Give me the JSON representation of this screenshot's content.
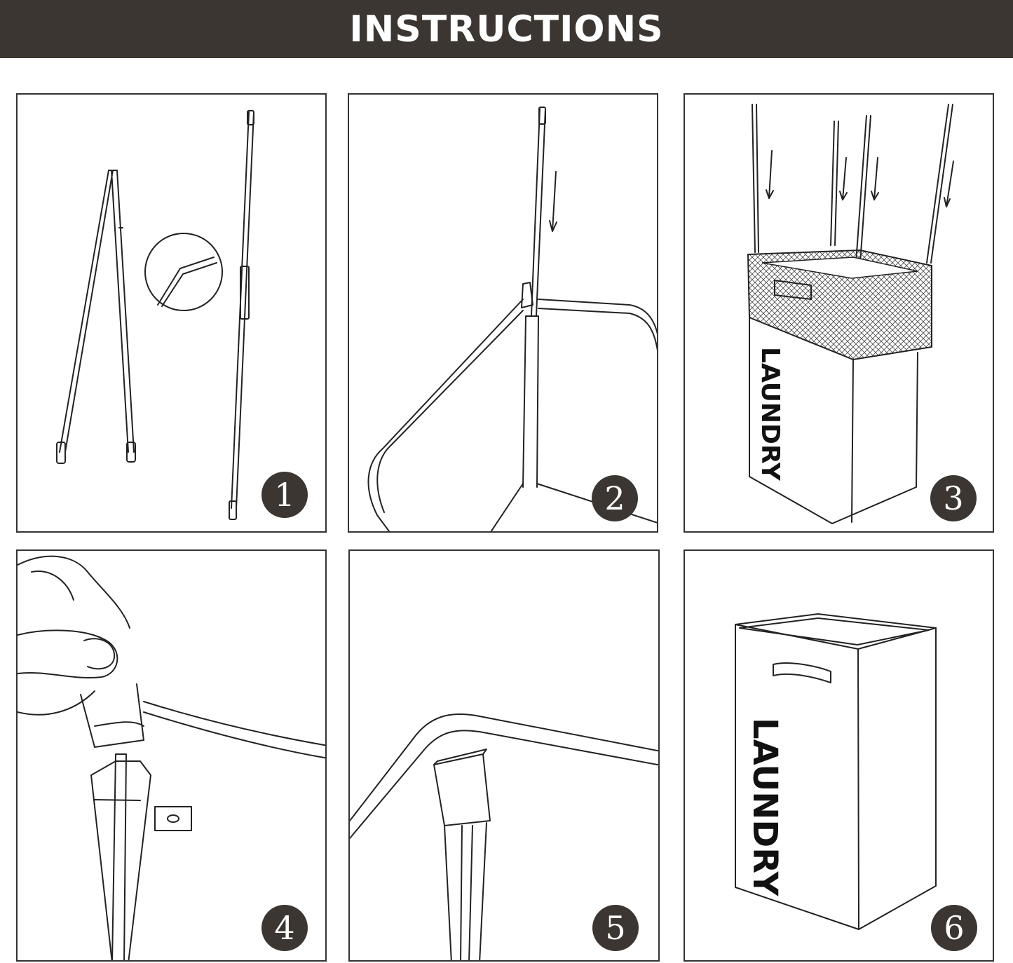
{
  "header": {
    "title": "INSTRUCTIONS"
  },
  "colors": {
    "banner": "#3b3631",
    "badge": "#3b3631",
    "line": "#222222"
  },
  "steps": [
    {
      "number": "1",
      "icon": "folded-and-extended-pole-icon"
    },
    {
      "number": "2",
      "icon": "insert-pole-into-sleeve-icon"
    },
    {
      "number": "3",
      "icon": "insert-four-poles-into-hamper-icon"
    },
    {
      "number": "4",
      "icon": "hand-pressing-cap-onto-pole-icon"
    },
    {
      "number": "5",
      "icon": "pole-tip-secured-in-corner-pocket-icon"
    },
    {
      "number": "6",
      "icon": "assembled-laundry-hamper-icon"
    }
  ],
  "hamper": {
    "label": "LAUNDRY"
  }
}
